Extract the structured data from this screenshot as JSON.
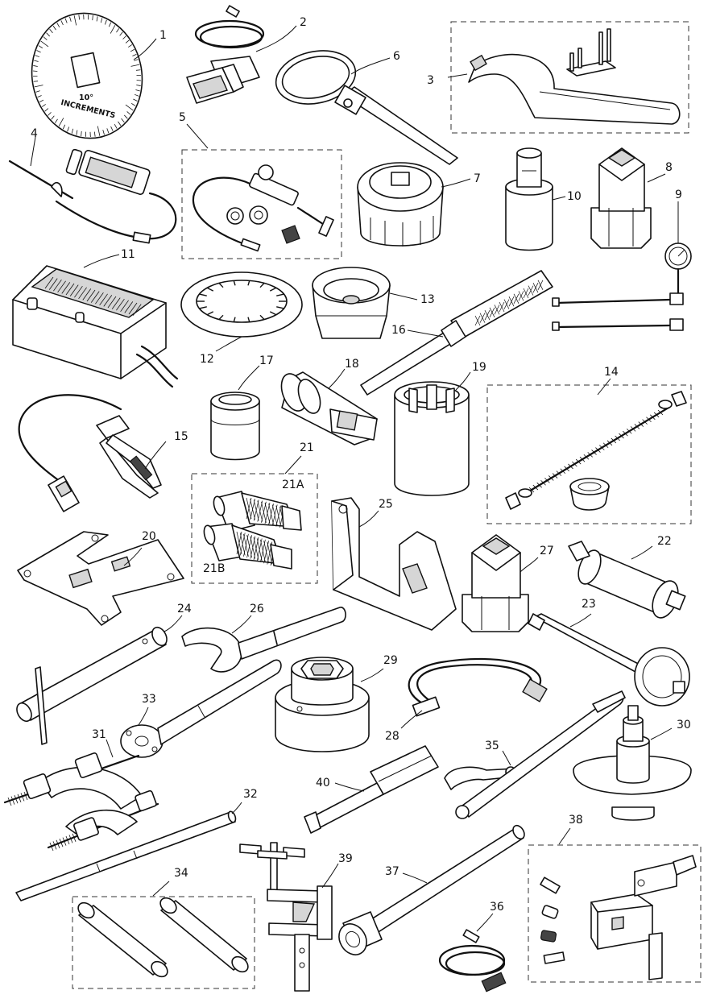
{
  "callouts": {
    "c1": "1",
    "c2": "2",
    "c3": "3",
    "c4": "4",
    "c5": "5",
    "c6": "6",
    "c7": "7",
    "c8": "8",
    "c9": "9",
    "c10": "10",
    "c11": "11",
    "c12": "12",
    "c13": "13",
    "c14": "14",
    "c15": "15",
    "c16": "16",
    "c17": "17",
    "c18": "18",
    "c19": "19",
    "c20": "20",
    "c21": "21",
    "c21a": "21A",
    "c21b": "21B",
    "c22": "22",
    "c23": "23",
    "c24": "24",
    "c25": "25",
    "c26": "26",
    "c27": "27",
    "c28": "28",
    "c29": "29",
    "c30": "30",
    "c31": "31",
    "c32": "32",
    "c33": "33",
    "c34": "34",
    "c35": "35",
    "c36": "36",
    "c37": "37",
    "c38": "38",
    "c39": "39",
    "c40": "40"
  },
  "dial": {
    "line1": "10°",
    "line2": "INCREMENTS"
  }
}
